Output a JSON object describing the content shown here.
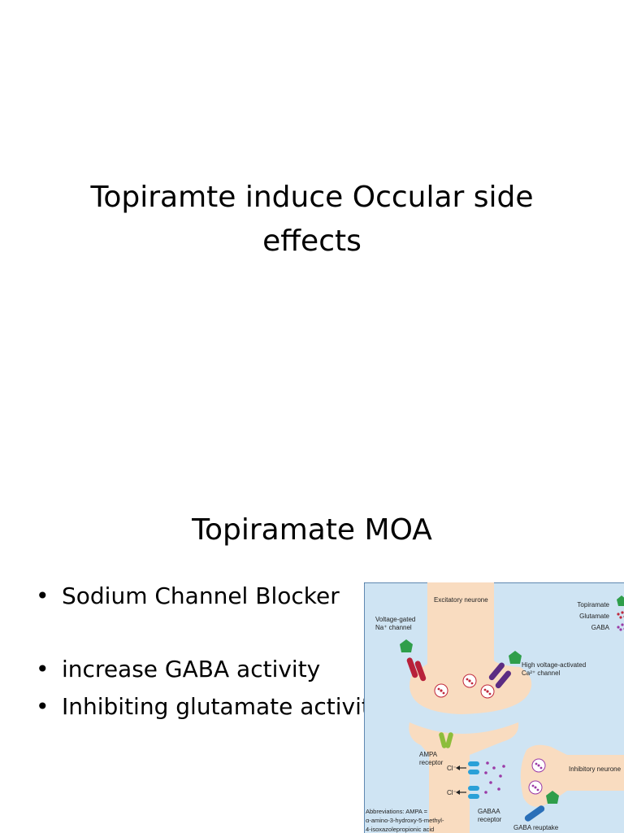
{
  "slide1": {
    "title_line1": "Topiramte induce Occular side",
    "title_line2": "effects"
  },
  "slide2": {
    "title": "Topiramate MOA",
    "bullets": [
      "Sodium Channel Blocker",
      "increase GABA activity",
      "Inhibiting glutamate activity"
    ],
    "figure": {
      "excitatory": "Excitatory neurone",
      "na_channel_1": "Voltage-gated",
      "na_channel_2": "Na⁺ channel",
      "ca_channel_1": "High voltage-activated",
      "ca_channel_2": "Ca²⁺ channel",
      "legend": [
        "Topiramate",
        "Glutamate",
        "GABA"
      ],
      "ampa_1": "AMPA",
      "ampa_2": "receptor",
      "cl": "Cl⁻",
      "gaba_a_1": "GABAA",
      "gaba_a_2": "receptor",
      "inhibitory": "Inhibitory neurone",
      "gaba_reuptake": "GABA reuptake",
      "abbrev_1": "Abbreviations: AMPA =",
      "abbrev_2": "α-amino-3-hydroxy-5-methyl-",
      "abbrev_3": "4-isoxazolepropionic acid"
    },
    "colors": {
      "bg": "#cfe4f3",
      "neuron": "#f9dcc0",
      "topiramate": "#2f9e4a",
      "glutamate": "#c0283c",
      "gaba": "#9b3aa6",
      "na_channel": "#b8213a",
      "ca_channel": "#5b2c83",
      "receptor": "#2aa0d8",
      "ampa": "#8dbd3b"
    }
  }
}
